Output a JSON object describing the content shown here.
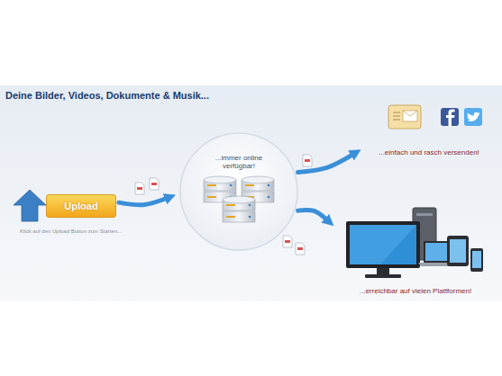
{
  "diagram": {
    "title": "Deine Bilder, Videos, Dokumente & Musik...",
    "nodes": [
      {
        "text": [
          "Upload"
        ]
      },
      {
        "text": [
          "...immer online verfügbar!"
        ]
      },
      {
        "text": [
          "...einfach und rasch versenden!"
        ]
      },
      {
        "text": [
          "...erreichbar auf vielen Plattformen!"
        ]
      }
    ],
    "edges": [
      {
        "from": 0,
        "to": 1,
        "arrow": "to"
      },
      {
        "from": 1,
        "to": 2,
        "arrow": "to"
      },
      {
        "from": 1,
        "to": 3,
        "arrow": "to"
      }
    ],
    "labels": [
      "Klick auf den Upload Button zum Starten..."
    ]
  }
}
